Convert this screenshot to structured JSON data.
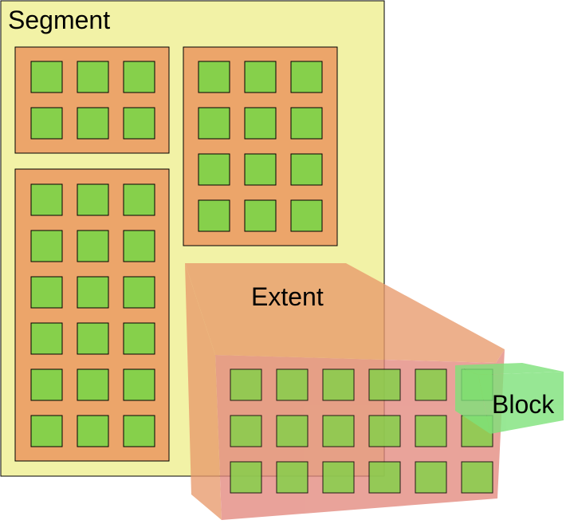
{
  "diagram": {
    "segment": {
      "label": "Segment",
      "fill": "#f2f2a6"
    },
    "extent": {
      "label": "Extent",
      "box_fill": "#eca56a",
      "zoom_fill": "#e89a6c",
      "zoom_side_fill": "#e3897e",
      "rows": 3,
      "cols": 6
    },
    "block": {
      "label": "Block",
      "fill": "#86d04b",
      "callout_fill": "#7ee27a"
    },
    "extent_groups": [
      {
        "name": "extent-top-left",
        "rows": 2,
        "cols": 3
      },
      {
        "name": "extent-top-right",
        "rows": 4,
        "cols": 3
      },
      {
        "name": "extent-bottom-left",
        "rows": 6,
        "cols": 3
      }
    ]
  }
}
